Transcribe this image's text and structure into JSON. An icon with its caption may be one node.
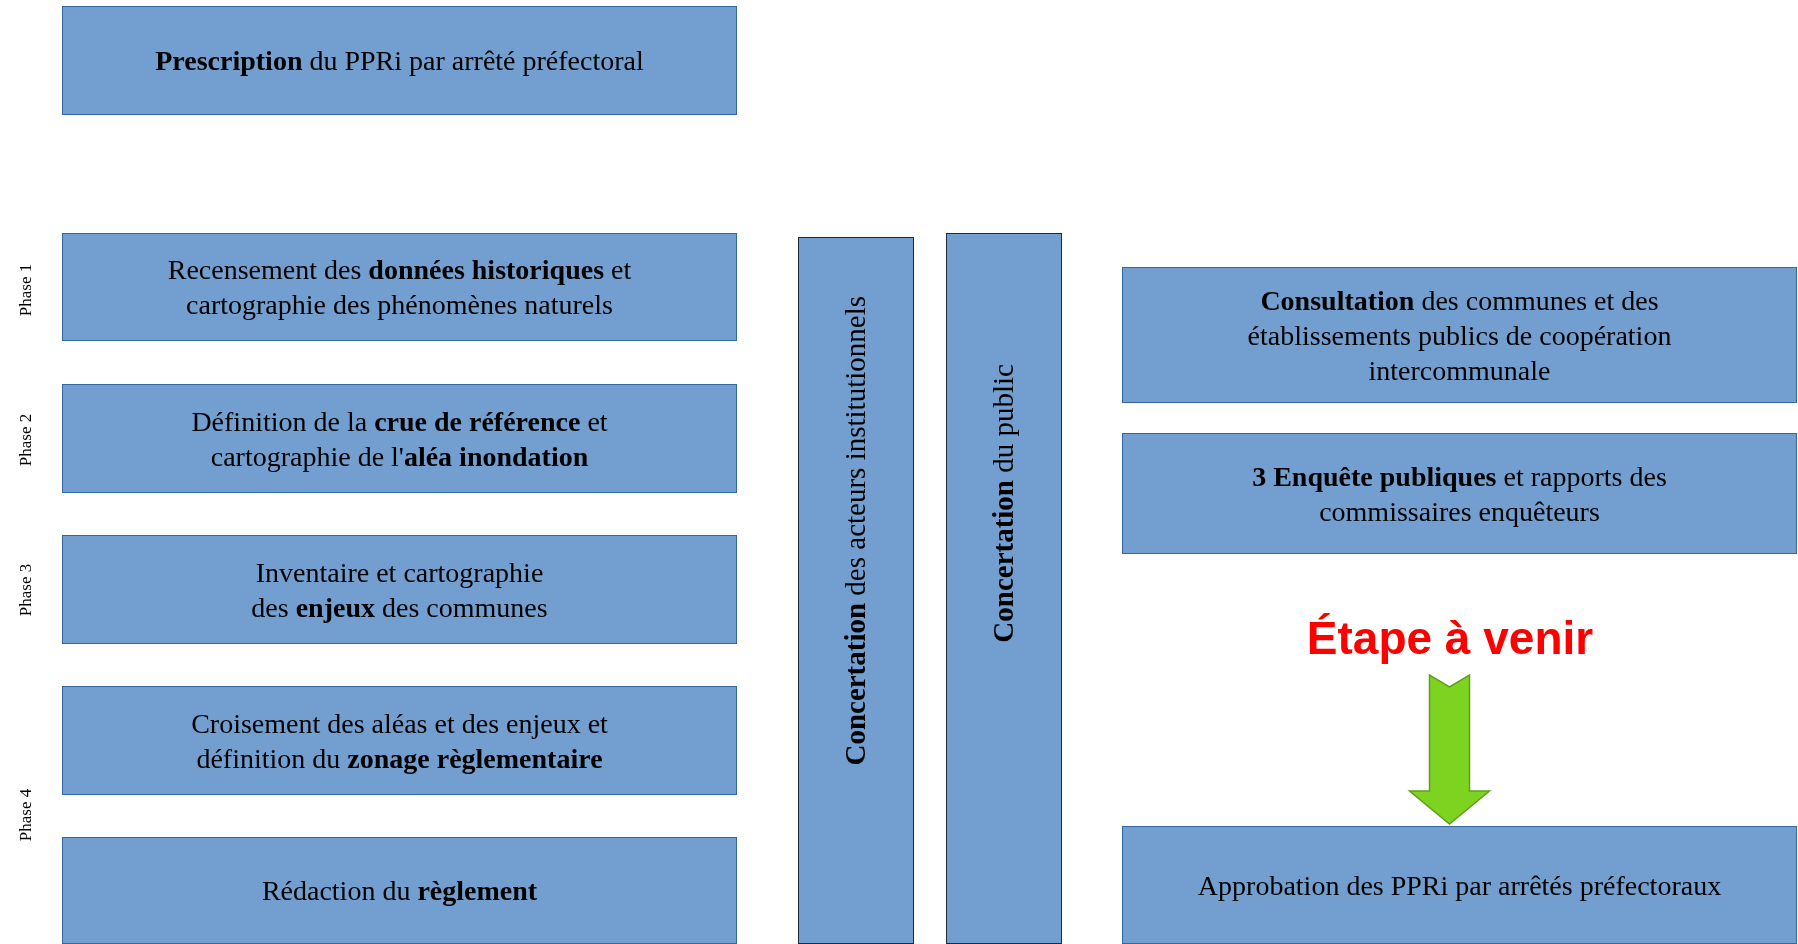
{
  "diagram": {
    "nodes": [
      {
        "text": [
          "**Prescription** du PPRi par arrêté préfectoral"
        ]
      },
      {
        "text": [
          "Recensement des **données historiques** et cartographie des phénomènes naturels"
        ]
      },
      {
        "text": [
          "Définition de la **crue de référence** et cartographie de l'**aléa inondation**"
        ]
      },
      {
        "text": [
          "Inventaire et cartographie des **enjeux** des communes"
        ]
      },
      {
        "text": [
          "Croisement des aléas et des enjeux et définition du **zonage règlementaire**"
        ]
      },
      {
        "text": [
          "Rédaction du **règlement**"
        ]
      },
      {
        "text": [
          "**Concertation** des acteurs institutionnels"
        ]
      },
      {
        "text": [
          "**Concertation** du public"
        ]
      },
      {
        "text": [
          "**Consultation** des communes et des établissements publics de coopération intercommunale"
        ]
      },
      {
        "text": [
          "**3 Enquête publiques** et rapports des commissaires enquêteurs"
        ]
      },
      {
        "text": [
          "Étape à venir"
        ]
      },
      {
        "text": [
          "Approbation des PPRi par arrêtés préfectoraux"
        ]
      }
    ],
    "edges": [
      {
        "from": 10,
        "to": 11,
        "arrow": "to",
        "style": "thick",
        "color": "#7ed321"
      }
    ],
    "labels": [
      "Phase 1",
      "Phase 2",
      "Phase 3",
      "Phase 4"
    ]
  }
}
